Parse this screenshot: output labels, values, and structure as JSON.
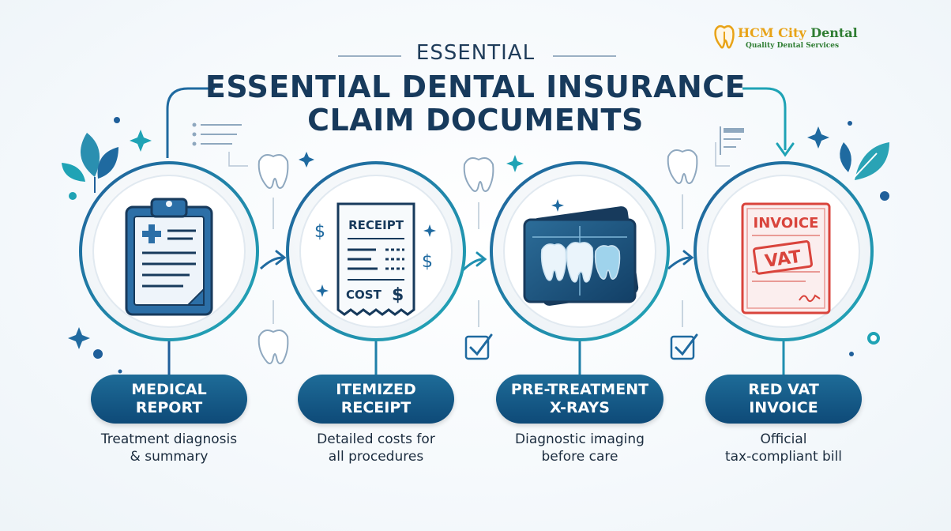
{
  "logo": {
    "name_part1": "HCM City",
    "name_part2": "Dental",
    "tagline": "Quality Dental Services",
    "icon": "tooth-logo-icon"
  },
  "header": {
    "kicker": "ESSENTIAL",
    "title_line1": "ESSENTIAL DENTAL INSURANCE",
    "title_line2": "CLAIM DOCUMENTS"
  },
  "steps": [
    {
      "label": "MEDICAL\nREPORT",
      "description": "Treatment diagnosis\n& summary",
      "icon": "clipboard-medical-icon"
    },
    {
      "label": "ITEMIZED\nRECEIPT",
      "description": "Detailed costs for\nall procedures",
      "icon": "receipt-icon"
    },
    {
      "label": "PRE-TREATMENT\nX-RAYS",
      "description": "Diagnostic imaging\nbefore care",
      "icon": "dental-xray-icon"
    },
    {
      "label": "RED VAT\nINVOICE",
      "description": "Official\ntax-compliant bill",
      "icon": "vat-invoice-icon"
    }
  ],
  "icon_text": {
    "receipt_title": "RECEIPT",
    "receipt_cost": "COST",
    "currency": "$",
    "invoice_title": "INVOICE",
    "invoice_stamp": "VAT"
  },
  "colors": {
    "navy": "#173a5c",
    "pill_blue": "#0e4a78",
    "teal": "#1fa3b5",
    "invoice_red": "#d9443c",
    "logo_orange": "#e8a317",
    "logo_green": "#2e7d32"
  }
}
